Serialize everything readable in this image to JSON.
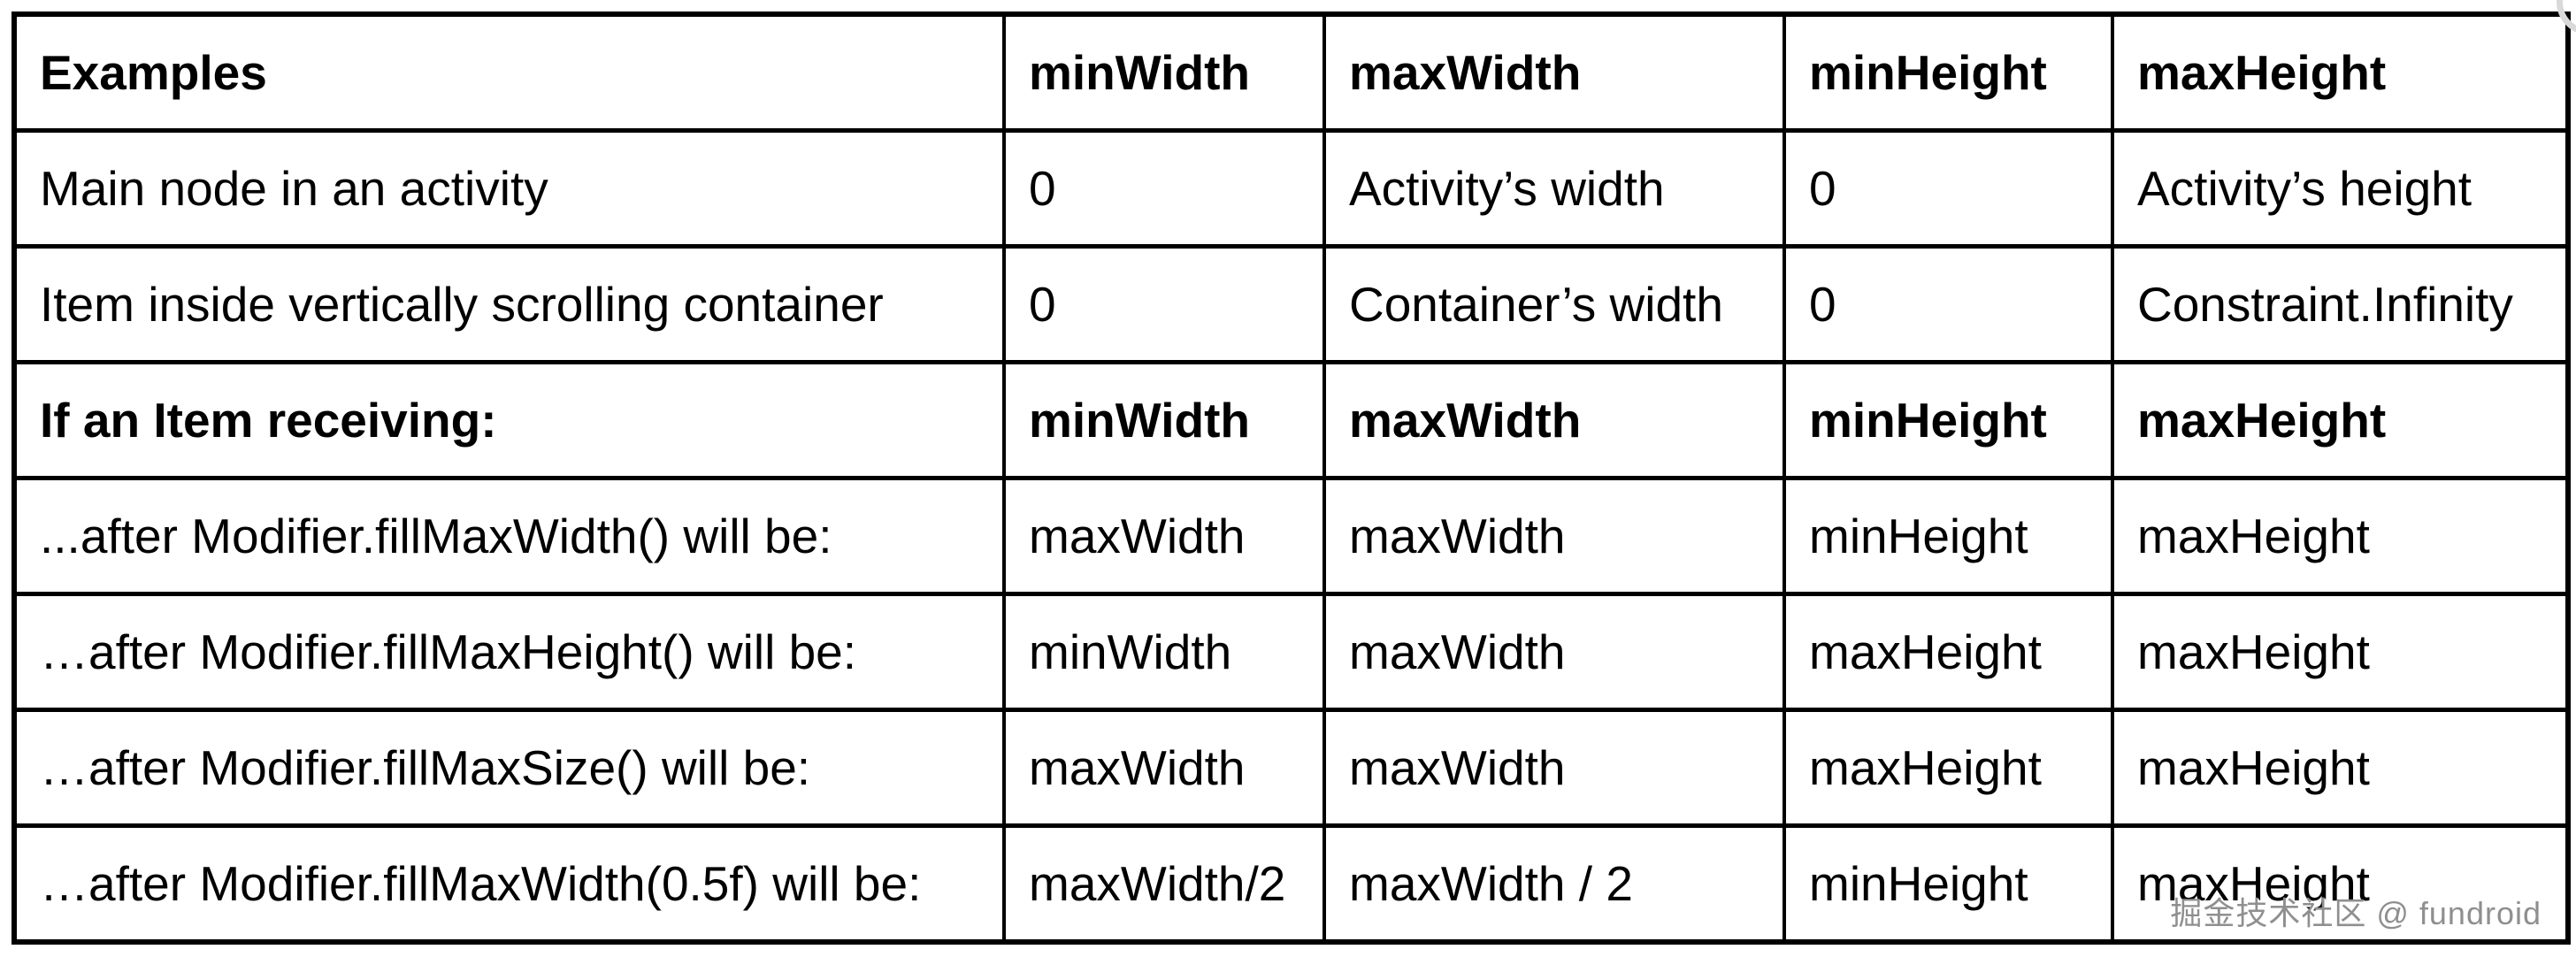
{
  "colors": {
    "background": "#ffffff",
    "border": "#000000",
    "text": "#000000",
    "watermark": "#8f8f8f",
    "corner_ring": "#d9d9d9"
  },
  "table": {
    "rows": [
      {
        "bold": true,
        "cells": [
          "Examples",
          "minWidth",
          "maxWidth",
          "minHeight",
          "maxHeight"
        ]
      },
      {
        "bold": false,
        "cells": [
          "Main node in an activity",
          "0",
          "Activity’s width",
          "0",
          "Activity’s height"
        ]
      },
      {
        "bold": false,
        "cells": [
          "Item inside vertically scrolling container",
          "0",
          "Container’s width",
          "0",
          "Constraint.Infinity"
        ]
      },
      {
        "bold": true,
        "cells": [
          "If an Item receiving:",
          "minWidth",
          "maxWidth",
          "minHeight",
          "maxHeight"
        ]
      },
      {
        "bold": false,
        "cells": [
          "...after Modifier.fillMaxWidth() will be:",
          "maxWidth",
          "maxWidth",
          "minHeight",
          "maxHeight"
        ]
      },
      {
        "bold": false,
        "cells": [
          "…after Modifier.fillMaxHeight() will be:",
          "minWidth",
          "maxWidth",
          "maxHeight",
          "maxHeight"
        ]
      },
      {
        "bold": false,
        "cells": [
          "…after Modifier.fillMaxSize() will be:",
          "maxWidth",
          "maxWidth",
          "maxHeight",
          "maxHeight"
        ]
      },
      {
        "bold": false,
        "cells": [
          "…after Modifier.fillMaxWidth(0.5f) will be:",
          "maxWidth/2",
          "maxWidth / 2",
          "minHeight",
          "maxHeight"
        ]
      }
    ]
  },
  "watermark": {
    "text": "掘金技术社区 @ fundroid"
  }
}
